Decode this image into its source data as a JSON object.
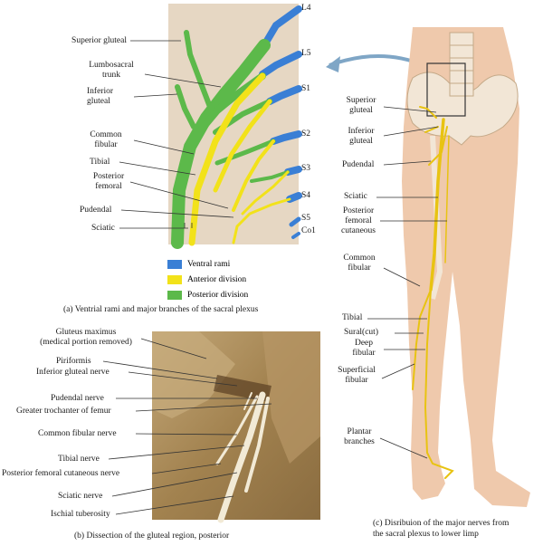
{
  "panel_a": {
    "labels_left": {
      "superior_gluteal": "Superior gluteal",
      "lumbosacral_trunk": "Lumbosacral\ntrunk",
      "inferior_gluteal": "Inferior\ngluteal",
      "common_fibular": "Common\nfibular",
      "tibial": "Tibial",
      "posterior_femoral": "Posterior\nfemoral",
      "pudendal": "Pudendal",
      "sciatic": "Sciatic"
    },
    "labels_right": [
      "L4",
      "L5",
      "S1",
      "S2",
      "S3",
      "S4",
      "S5",
      "Co1"
    ],
    "legend": [
      {
        "label": "Ventral rami",
        "color": "#3a7fd5"
      },
      {
        "label": "Anterior division",
        "color": "#f2e21a"
      },
      {
        "label": "Posterior division",
        "color": "#5cb94a"
      }
    ],
    "caption": "(a) Ventrial rami and major branches of the sacral plexus"
  },
  "panel_b": {
    "labels": {
      "gluteus_maximus": "Gluteus maximus\n(medical portion removed)",
      "piriformis": "Piriformis",
      "inferior_gluteal_nerve": "Inferior gluteal nerve",
      "pudendal_nerve": "Pudendal nerve",
      "greater_trochanter": "Greater trochanter of femur",
      "common_fibular_nerve": "Common fibular nerve",
      "tibial_nerve": "Tibial nerve",
      "posterior_femoral_cutaneous_nerve": "Posterior femoral cutaneous nerve",
      "sciatic_nerve": "Sciatic nerve",
      "ischial_tuberosity": "Ischial tuberosity"
    },
    "caption": "(b) Dissection of the gluteal region, posterior"
  },
  "panel_c": {
    "labels": {
      "superior_gluteal": "Superior\ngluteal",
      "inferior_gluteal": "Inferior\ngluteal",
      "pudendal": "Pudendal",
      "sciatic": "Sciatic",
      "posterior_femoral_cutaneous": "Posterior\nfemoral\ncutaneous",
      "common_fibular": "Common\nfibular",
      "tibial": "Tibial",
      "sural": "Sural(cut)",
      "deep_fibular": "Deep\nfibular",
      "superficial_fibular": "Superficial\nfibular",
      "plantar_branches": "Plantar\nbranches"
    },
    "caption": "(c) Disribuion of the major nerves from\nthe sacral plexus to lower limp"
  },
  "colors": {
    "ventral": "#3a7fd5",
    "anterior": "#f2e21a",
    "posterior": "#5cb94a",
    "panel_a_bg": "#e6d7c3",
    "skin": "#efc9ac",
    "dissection": "#a88a5c"
  }
}
